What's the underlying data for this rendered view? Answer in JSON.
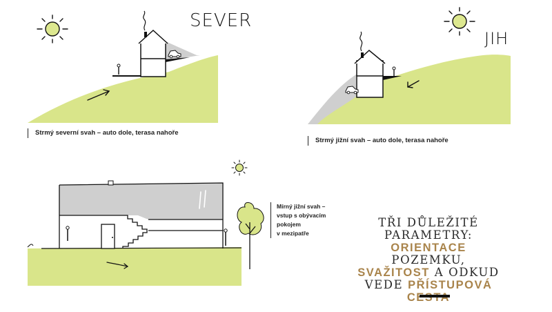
{
  "panels": {
    "north": {
      "label": "SEVER",
      "caption": "Strmý severní svah – auto dole, terasa nahoře"
    },
    "south": {
      "label": "JIH",
      "caption": "Strmý jižní svah – auto dole, terasa nahoře"
    },
    "gentle": {
      "caption_lines": [
        "Mírný jižní svah –",
        "vstup s obývacím",
        "pokojem",
        "v mezipatře"
      ]
    }
  },
  "title": {
    "line1": "TŘI DŮLEŽITÉ",
    "line2": "PARAMETRY:",
    "line3_hl": "ORIENTACE",
    "line3_rest": " POZEMKU,",
    "line4_hl": "SVAŽITOST",
    "line4_rest": " A ODKUD",
    "line5_rest": "VEDE ",
    "line5_hl": "PŘÍSTUPOVÁ",
    "line6_hl": "CESTA"
  },
  "colors": {
    "hill_green": "#d9e58a",
    "sun_fill": "#dde88f",
    "shadow_gray": "#cfcfcf",
    "accent_gold": "#a9844b"
  },
  "icons": [
    "sun-icon",
    "house-icon",
    "car-icon",
    "person-icon",
    "tree-icon",
    "arrow-icon",
    "chimney-smoke-icon"
  ]
}
